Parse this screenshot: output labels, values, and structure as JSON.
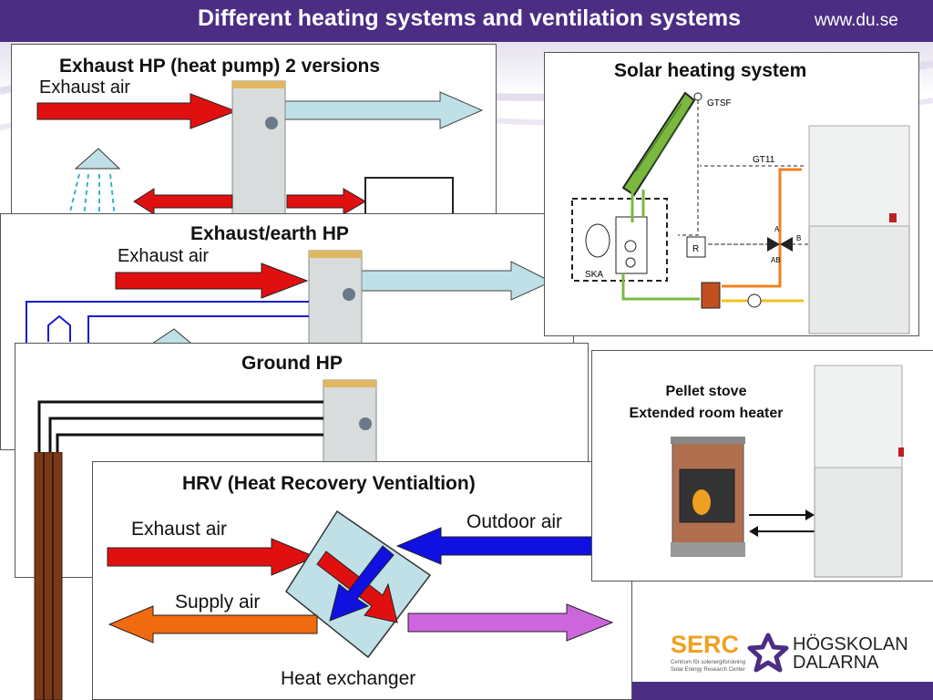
{
  "header": {
    "title": "Different heating systems and ventilation systems",
    "site": "www.du.se"
  },
  "panels": {
    "exhaust_hp": {
      "title": "Exhaust HP (heat pump) 2 versions",
      "air_label": "Exhaust air"
    },
    "exhaust_earth_hp": {
      "title": "Exhaust/earth HP",
      "air_label": "Exhaust air"
    },
    "ground_hp": {
      "title": "Ground HP"
    },
    "hrv": {
      "title": "HRV (Heat Recovery Ventialtion)",
      "exhaust_label": "Exhaust air",
      "outdoor_label": "Outdoor air",
      "supply_label": "Supply air",
      "exchanger_label": "Heat exchanger"
    },
    "solar": {
      "title": "Solar heating system",
      "labels": {
        "gtsf": "GTSF",
        "gt": "GT11",
        "ska": "SKA",
        "r": "R",
        "a": "A",
        "b": "B",
        "ab": "AB"
      }
    },
    "pellet": {
      "line1": "Pellet stove",
      "line2": "Extended room heater"
    }
  },
  "logos": {
    "serc": {
      "name": "SERC",
      "sub1": "Centrum för solenergiforskning",
      "sub2": "Solar Energy Research Center"
    },
    "hogskolan": {
      "line1": "HÖGSKOLAN",
      "line2": "DALARNA"
    }
  },
  "colors": {
    "header_bg": "#4b2e83",
    "exhaust_arrow": "#e11010",
    "outdoor_arrow": "#1010e0",
    "supply_arrow": "#f06a10",
    "out_arrow": "#bfe0e6",
    "exchanger": "#bfe0e6",
    "purple_arrow": "#cc66dd",
    "pipe_brown": "#7a3a1a"
  }
}
